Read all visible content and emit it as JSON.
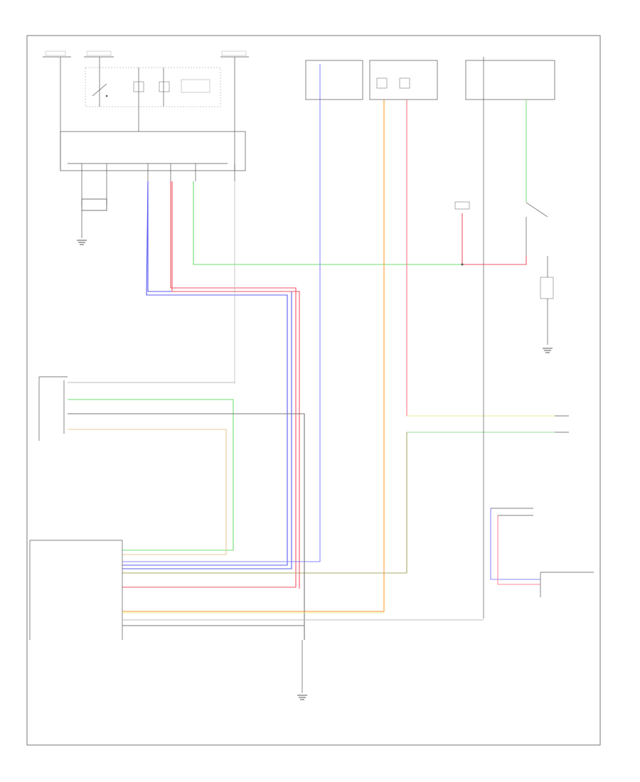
{
  "diagram": {
    "footer_code": "",
    "labels": {
      "ground_left": "",
      "ground_bottom": "",
      "ground_right": "",
      "horn_relay": "",
      "hood_switch": "",
      "security_ind": "",
      "door_switch_unit": "",
      "bcm": "",
      "ipdm": "",
      "combination_meter": ""
    },
    "colors": {
      "frame": "#777777",
      "wire_gray": "#8a8a8a",
      "wire_blue": "#5b5bf0",
      "wire_red": "#ee5566",
      "wire_green": "#6fdc6f",
      "wire_orange": "#ff9933",
      "wire_yellow": "#f0f0a0",
      "wire_tan": "#e8c89a",
      "wire_pink": "#ff8899",
      "wire_darkgray": "#555555"
    },
    "icons": [
      "ground-symbol",
      "splice-dot",
      "connector-pin"
    ]
  }
}
